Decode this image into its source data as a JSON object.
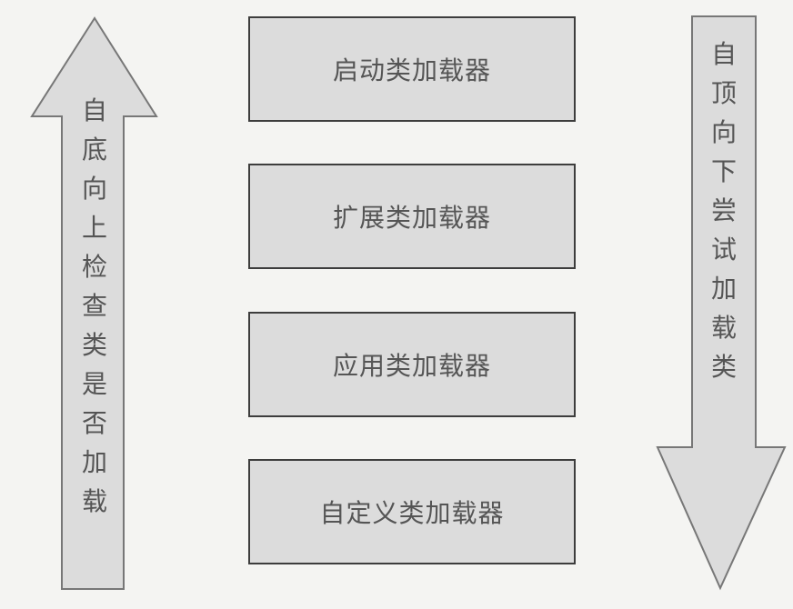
{
  "colors": {
    "background": "#f4f4f2",
    "shape_fill": "#dcdcdc",
    "box_border": "#3d3d3d",
    "arrow_border": "#777777",
    "text": "#555555"
  },
  "left_arrow": {
    "direction": "up",
    "label": "自底向上检查类是否加载",
    "chars": [
      "自",
      "底",
      "向",
      "上",
      "检",
      "查",
      "类",
      "是",
      "否",
      "加",
      "载"
    ]
  },
  "right_arrow": {
    "direction": "down",
    "label": "自顶向下尝试加载类",
    "chars": [
      "自",
      "顶",
      "向",
      "下",
      "尝",
      "试",
      "加",
      "载",
      "类"
    ]
  },
  "loaders": [
    {
      "label": "启动类加载器"
    },
    {
      "label": "扩展类加载器"
    },
    {
      "label": "应用类加载器"
    },
    {
      "label": "自定义类加载器"
    }
  ]
}
